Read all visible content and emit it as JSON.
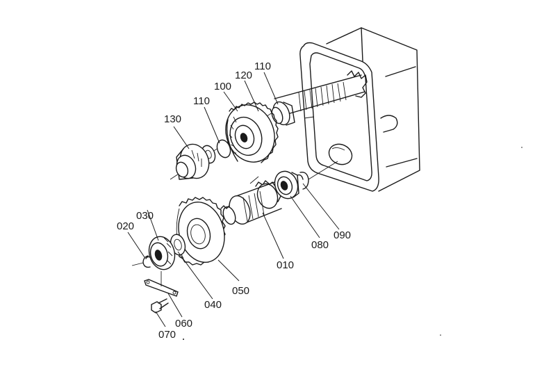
{
  "parts": [
    {
      "id": "p010",
      "label": "010"
    },
    {
      "id": "p020",
      "label": "020"
    },
    {
      "id": "p030",
      "label": "030"
    },
    {
      "id": "p040",
      "label": "040"
    },
    {
      "id": "p050",
      "label": "050"
    },
    {
      "id": "p060",
      "label": "060"
    },
    {
      "id": "p070",
      "label": "070"
    },
    {
      "id": "p080",
      "label": "080"
    },
    {
      "id": "p090",
      "label": "090"
    },
    {
      "id": "p100",
      "label": "100"
    },
    {
      "id": "p110a",
      "label": "110"
    },
    {
      "id": "p110b",
      "label": "110"
    },
    {
      "id": "p120",
      "label": "120"
    },
    {
      "id": "p130",
      "label": "130"
    }
  ]
}
